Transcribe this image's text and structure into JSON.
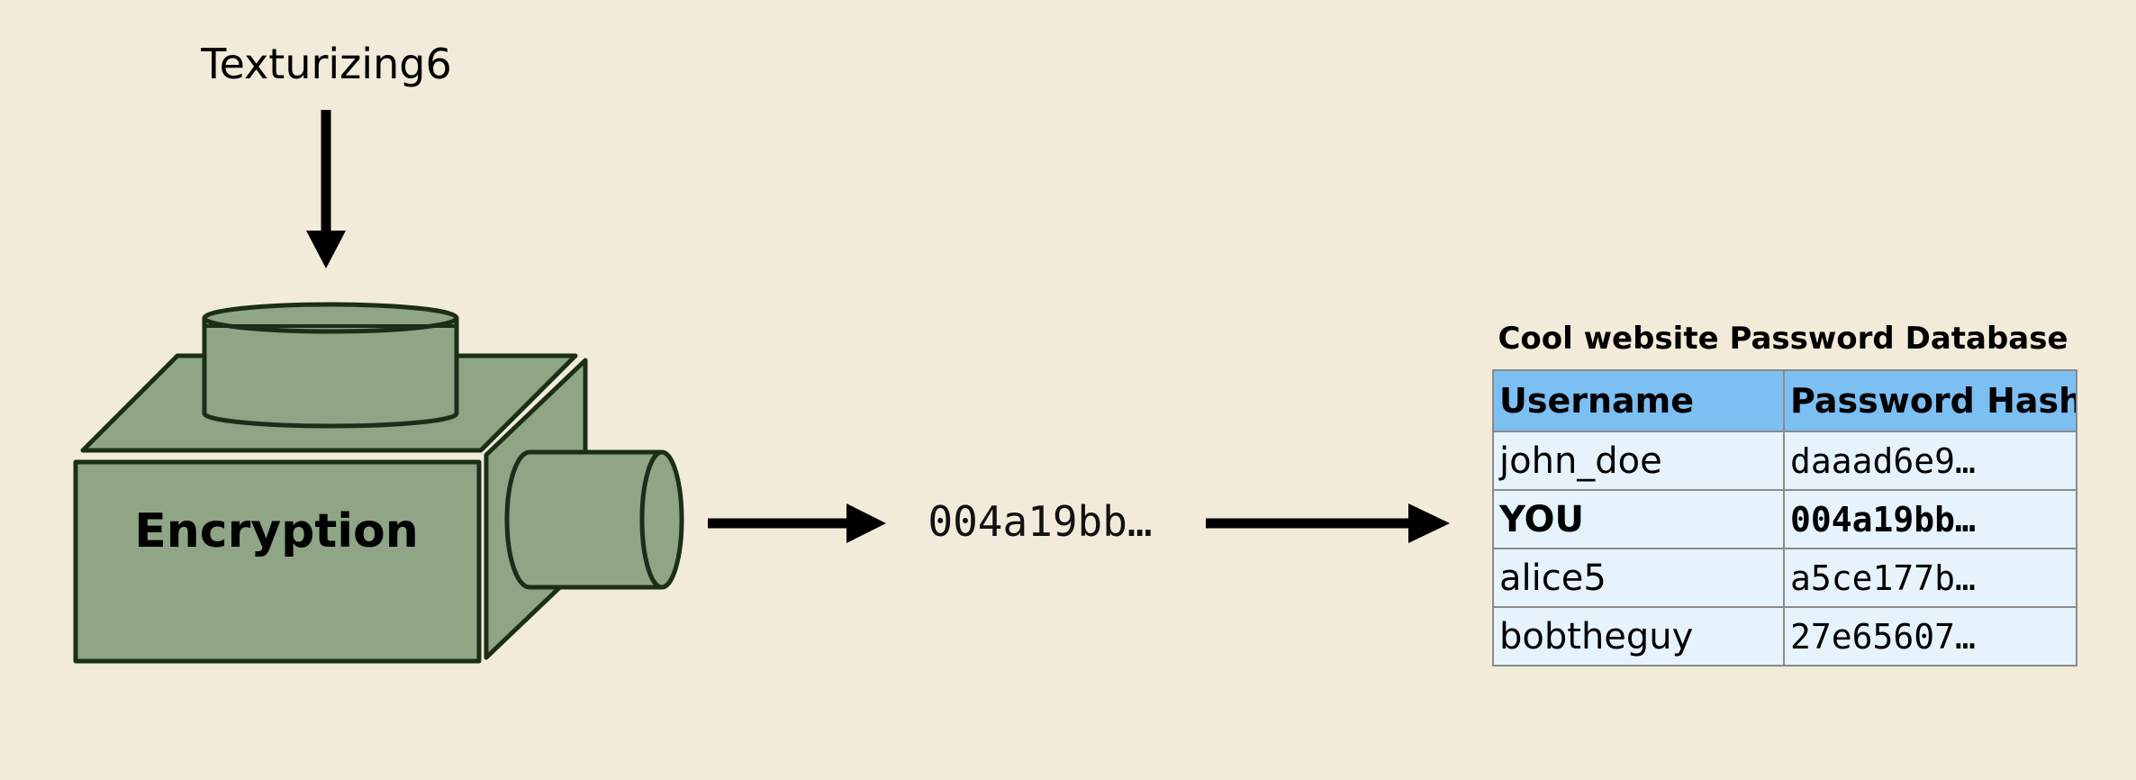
{
  "input_password": "Texturizing6",
  "machine_label": "Encryption",
  "hash_output": "004a19bb…",
  "database": {
    "title": "Cool website Password Database",
    "columns": [
      "Username",
      "Password Hash"
    ],
    "rows": [
      {
        "username": "john_doe",
        "hash": "daaad6e9…"
      },
      {
        "username": "YOU",
        "hash": "004a19bb…"
      },
      {
        "username": "alice5",
        "hash": "a5ce177b…"
      },
      {
        "username": "bobtheguy",
        "hash": "27e65607…"
      }
    ]
  },
  "colors": {
    "background": "#f2ebd9",
    "machine_fill": "#8fa585",
    "machine_stroke": "#1b2e17",
    "table_header": "#7bbff3",
    "table_cell": "#e6f3fc"
  }
}
